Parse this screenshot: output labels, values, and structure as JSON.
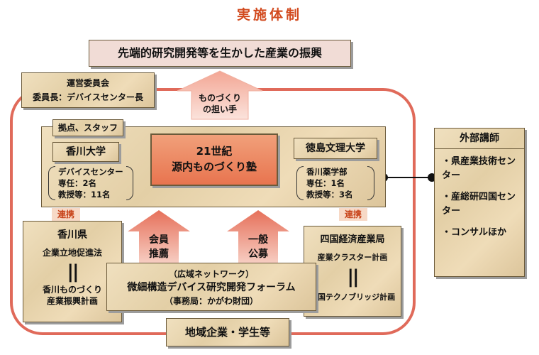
{
  "title": "実施体制",
  "goal": "先端的研究開発等を生かした産業の振興",
  "committee": {
    "line1": "運営委員会",
    "line2": "委員長：デバイスセンター長"
  },
  "arrow_label": {
    "line1": "ものづくり",
    "line2": "の担い手"
  },
  "base_label": "拠点、スタッフ",
  "kagawa_univ": {
    "name": "香川大学",
    "lines": [
      "デバイスセンター",
      "専任：2名",
      "教授等：11名"
    ]
  },
  "juku": {
    "line1": "21世紀",
    "line2": "源内ものづくり塾"
  },
  "tokushima_univ": {
    "name": "徳島文理大学",
    "lines": [
      "香川薬学部",
      "専任：1名",
      "教授等：3名"
    ]
  },
  "external": {
    "title": "外部講師",
    "items": [
      "・県産業技術センター",
      "・産総研四国センター",
      "・コンサルほか"
    ]
  },
  "renkei_left": "連携",
  "renkei_right": "連携",
  "kagawa_pref": {
    "name": "香川県",
    "law": "企業立地促進法",
    "equal": "||",
    "plan_line1": "香川ものづくり",
    "plan_line2": "産業振興計画"
  },
  "arrow_member": {
    "line1": "会員",
    "line2": "推薦"
  },
  "arrow_public": {
    "line1": "一般",
    "line2": "公募"
  },
  "shikoku": {
    "name": "四国経済産業局",
    "plan": "産業クラスター計画",
    "equal": "||",
    "bridge": "四国テクノブリッジ計画"
  },
  "forum": {
    "line1": "（広域ネットワーク）",
    "line2": "微細構造デバイス研究開発フォーラム",
    "line3": "（事務局：かがわ財団）"
  },
  "local": "地域企業・学生等",
  "colors": {
    "accent": "#d24a1e",
    "frame": "#e06a5a",
    "arrow": "#e8806a"
  }
}
